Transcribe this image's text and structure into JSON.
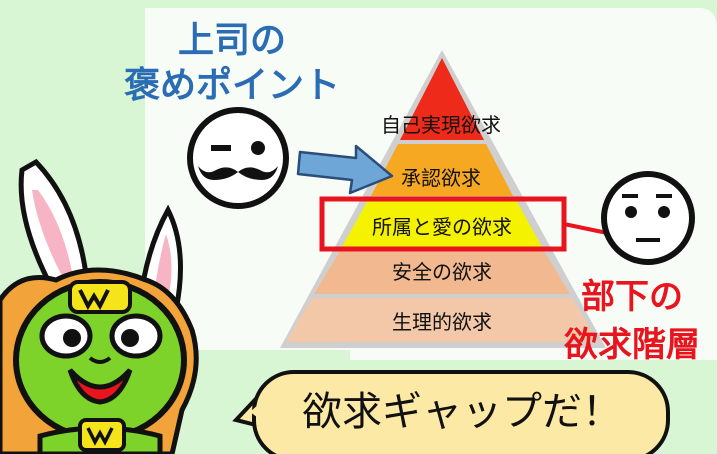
{
  "boss": {
    "title_line1": "上司の",
    "title_line2": "褒めポイント",
    "color": "#2a6db5"
  },
  "subordinate": {
    "title_line1": "部下の",
    "title_line2": "欲求階層",
    "color": "#e8141e"
  },
  "pyramid": {
    "levels": [
      {
        "label": "自己実現欲求",
        "color": "#ee2a1a"
      },
      {
        "label": "承認欲求",
        "color": "#f7a823"
      },
      {
        "label": "所属と愛の欲求",
        "color": "#f5f200"
      },
      {
        "label": "安全の欲求",
        "color": "#f2b88f"
      },
      {
        "label": "生理的欲求",
        "color": "#f3c8a8"
      }
    ]
  },
  "speech": {
    "text": "欲求ギャップだ！",
    "bubble_color": "#fde9a6"
  },
  "colors": {
    "background": "#d8f5d4",
    "panel": "#f8fcf6",
    "arrow": "#6fa6d8",
    "highlight": "#e8141e"
  },
  "icons": [
    "mustache-face-icon",
    "neutral-face-icon",
    "rabbit-mascot",
    "arrow-icon"
  ]
}
